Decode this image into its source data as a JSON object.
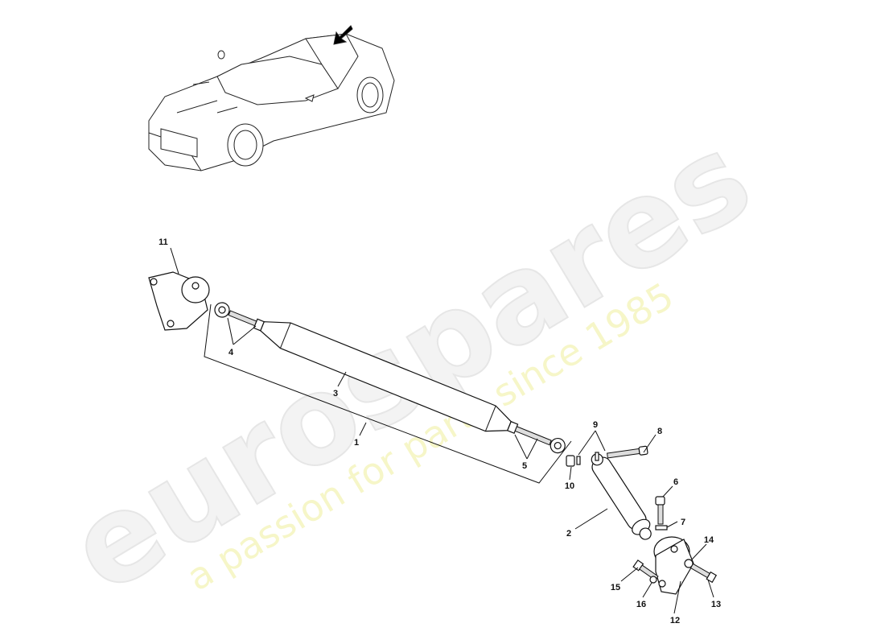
{
  "watermark": {
    "brand": "eurospares",
    "tagline": "a passion for parts since 1985"
  },
  "callouts": [
    "1",
    "2",
    "3",
    "4",
    "5",
    "6",
    "7",
    "8",
    "9",
    "10",
    "11",
    "12",
    "13",
    "14",
    "15",
    "16"
  ]
}
